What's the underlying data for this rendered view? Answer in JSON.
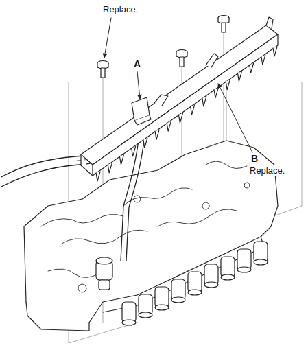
{
  "diagram": {
    "labels": [
      "Replace.",
      "A",
      "B",
      "Replace."
    ]
  }
}
